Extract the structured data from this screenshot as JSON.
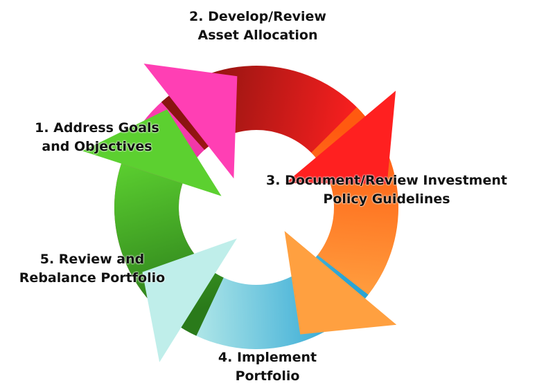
{
  "steps": [
    {
      "line1": "1. Address Goals",
      "line2": "and Objectives",
      "color_light": "#ff3fb4",
      "color_dark": "#c0207e"
    },
    {
      "line1": "2. Develop/Review",
      "line2": "Asset Allocation",
      "color_light": "#ff2020",
      "color_dark": "#8a1410"
    },
    {
      "line1": "3. Document/Review Investment",
      "line2": "Policy Guidelines",
      "color_light": "#ffa040",
      "color_dark": "#ff5a10"
    },
    {
      "line1": "4. Implement",
      "line2": "Portfolio",
      "color_light": "#bfeeea",
      "color_dark": "#2aa4d4"
    },
    {
      "line1": "5. Review and",
      "line2": "Rebalance Portfolio",
      "color_light": "#5cd030",
      "color_dark": "#2a7a1a"
    }
  ]
}
